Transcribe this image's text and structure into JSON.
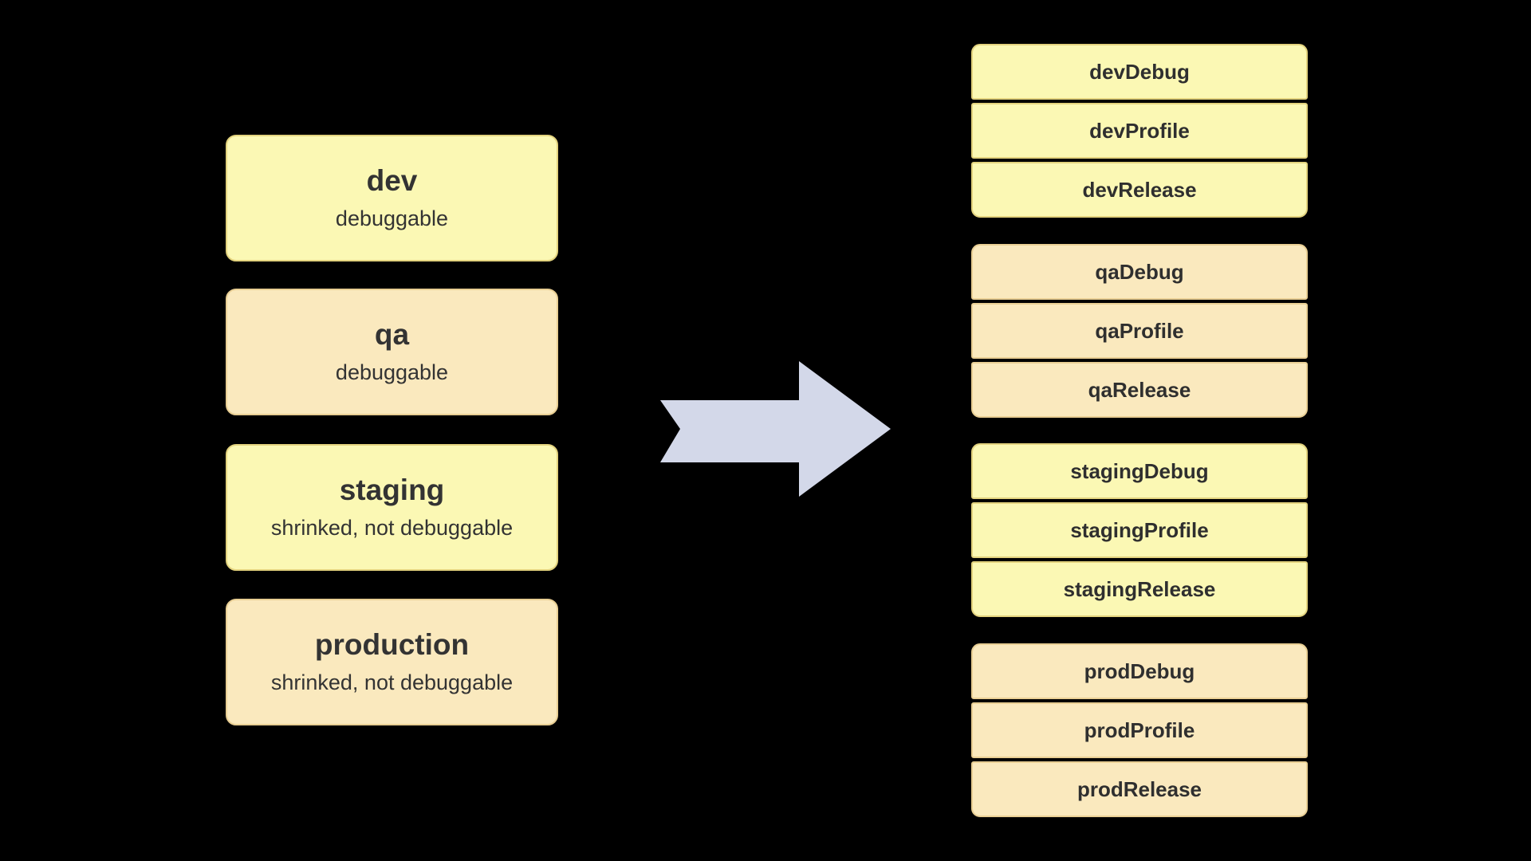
{
  "canvas": {
    "background": "#000000"
  },
  "left_column": {
    "environments": [
      {
        "id": "dev",
        "title": "dev",
        "subtitle": "debuggable",
        "variant": "yellow"
      },
      {
        "id": "qa",
        "title": "qa",
        "subtitle": "debuggable",
        "variant": "tan"
      },
      {
        "id": "staging",
        "title": "staging",
        "subtitle": "shrinked, not debuggable",
        "variant": "yellow"
      },
      {
        "id": "production",
        "title": "production",
        "subtitle": "shrinked, not debuggable",
        "variant": "tan"
      }
    ]
  },
  "arrow": {
    "icon": "arrow-right-icon",
    "direction": "right",
    "color": "#D3D8E9"
  },
  "right_column": {
    "groups": [
      {
        "id": "dev",
        "variant": "yellow",
        "items": [
          "devDebug",
          "devProfile",
          "devRelease"
        ]
      },
      {
        "id": "qa",
        "variant": "tan",
        "items": [
          "qaDebug",
          "qaProfile",
          "qaRelease"
        ]
      },
      {
        "id": "staging",
        "variant": "yellow",
        "items": [
          "stagingDebug",
          "stagingProfile",
          "stagingRelease"
        ]
      },
      {
        "id": "prod",
        "variant": "tan",
        "items": [
          "prodDebug",
          "prodProfile",
          "prodRelease"
        ]
      }
    ]
  },
  "colors": {
    "yellow_fill": "#FBF8B4",
    "yellow_border": "#E3D37E",
    "tan_fill": "#FAE9BE",
    "tan_border": "#E9CF94",
    "text": "#333333",
    "arrow": "#D3D8E9",
    "background": "#000000"
  }
}
